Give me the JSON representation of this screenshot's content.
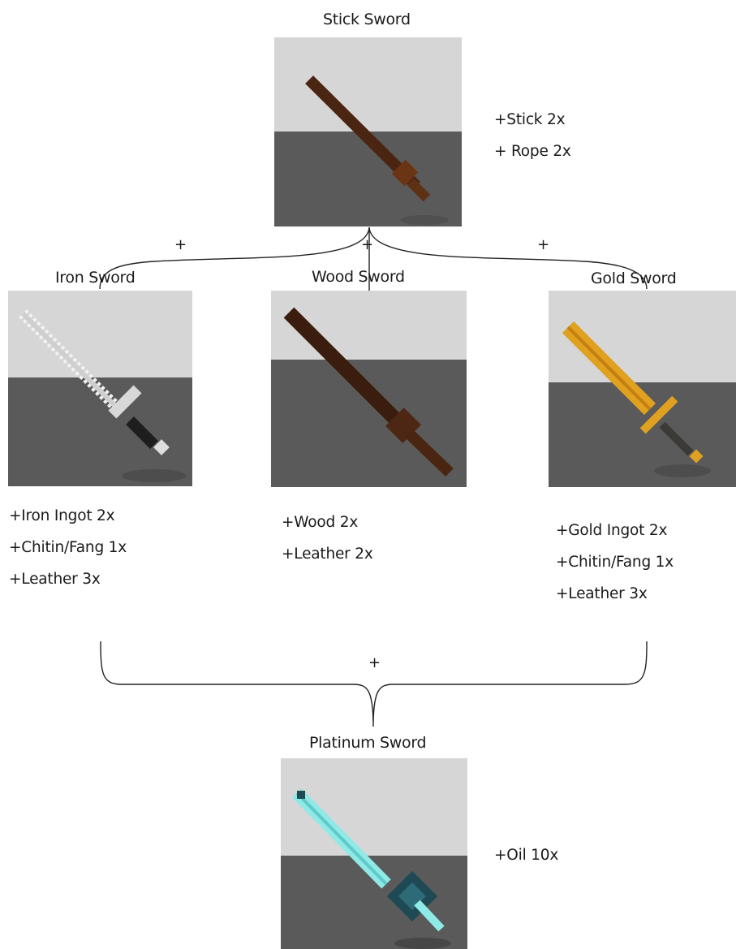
{
  "stick": {
    "title": "Stick Sword",
    "recipe": [
      "+Stick 2x",
      "+ Rope 2x"
    ]
  },
  "iron": {
    "title": "Iron Sword",
    "recipe": [
      "+Iron Ingot 2x",
      "+Chitin/Fang 1x",
      "+Leather 3x"
    ]
  },
  "wood": {
    "title": "Wood Sword",
    "recipe": [
      "+Wood 2x",
      "+Leather 2x"
    ]
  },
  "gold": {
    "title": "Gold Sword",
    "recipe": [
      "+Gold Ingot 2x",
      "+Chitin/Fang 1x",
      "+Leather 3x"
    ]
  },
  "platinum": {
    "title": "Platinum Sword",
    "recipe": [
      "+Oil 10x"
    ]
  },
  "connectors": {
    "plus": "+"
  },
  "colors": {
    "stick_blade": "#4a2512",
    "stick_hilt": "#6b3515",
    "iron_blade": "#f2f2f2",
    "iron_hilt": "#1e1e1e",
    "wood_blade": "#3a1d0f",
    "wood_hilt": "#4d2714",
    "gold_blade": "#e0a020",
    "gold_hilt": "#3c3a36",
    "platinum_blade": "#8fe9e6",
    "platinum_hilt": "#1f4a55"
  }
}
